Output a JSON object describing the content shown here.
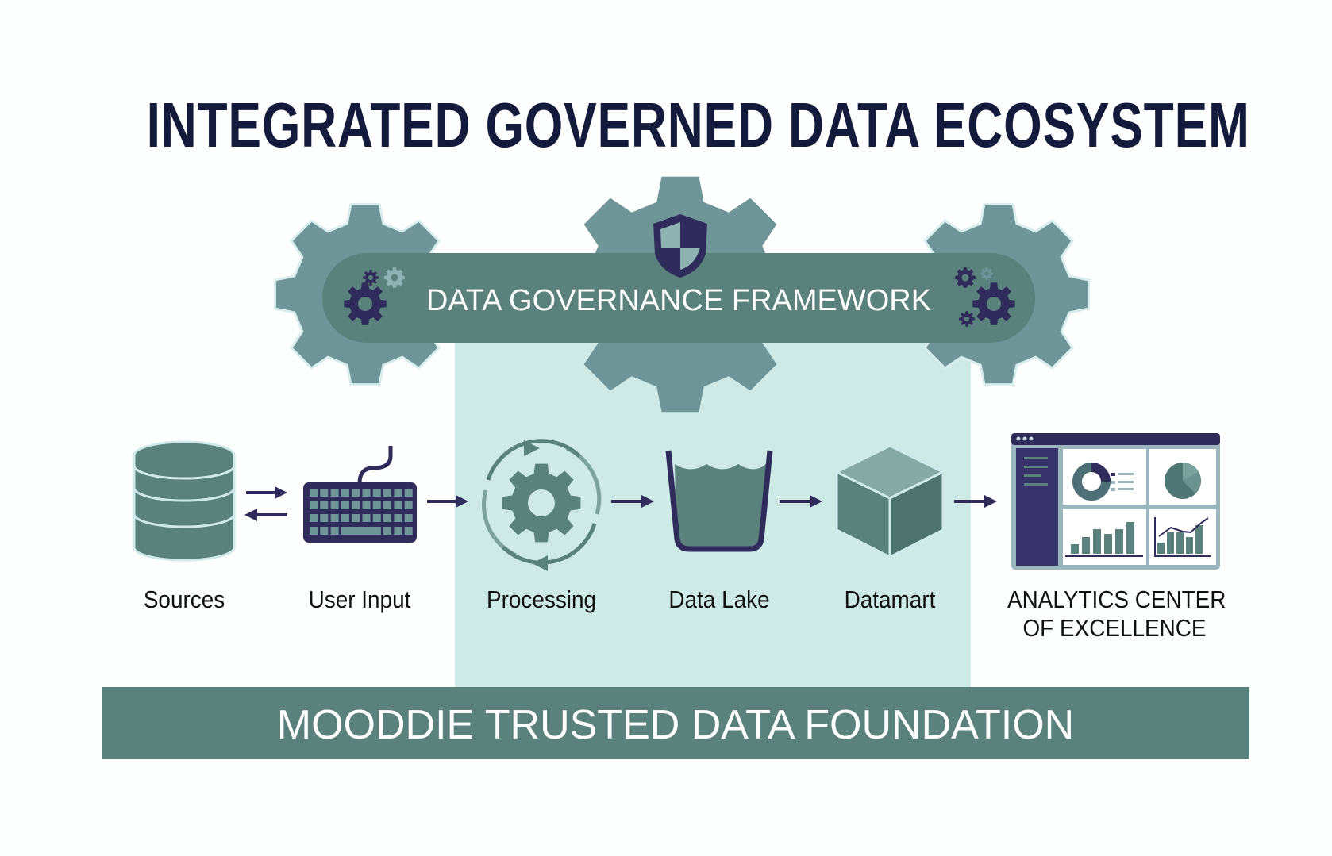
{
  "title": "INTEGRATED GOVERNED DATA ECOSYSTEM",
  "governance": {
    "label": "DATA GOVERNANCE FRAMEWORK",
    "icon": "shield-icon"
  },
  "flow": [
    {
      "label": "Sources",
      "icon": "database-icon"
    },
    {
      "label": "User Input",
      "icon": "keyboard-icon"
    },
    {
      "label": "Processing",
      "icon": "gear-cycle-icon"
    },
    {
      "label": "Data Lake",
      "icon": "lake-icon"
    },
    {
      "label": "Datamart",
      "icon": "cube-icon"
    },
    {
      "label_line1": "ANALYTICS CENTER",
      "label_line2": "OF EXCELLENCE",
      "icon": "dashboard-icon"
    }
  ],
  "foundation": "MOODDIE TRUSTED DATA FOUNDATION",
  "colors": {
    "navy": "#2f2c5c",
    "teal": "#5b817c",
    "gear": "#6f9598",
    "panel": "#cdeae7",
    "title": "#141a3c"
  }
}
